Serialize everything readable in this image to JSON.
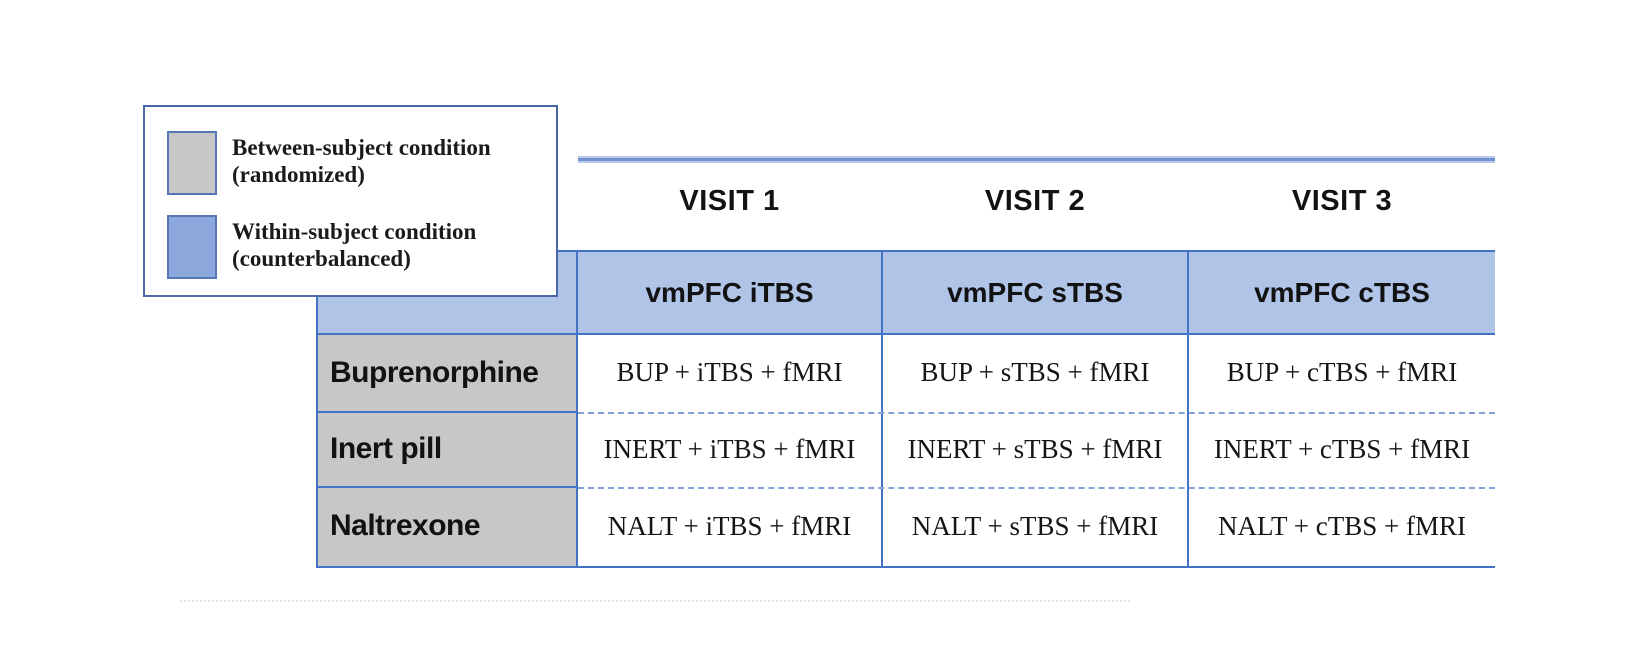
{
  "legend": {
    "items": [
      {
        "swatch": "gray-swatch",
        "color": "#c7c7c5",
        "line1": "Between-subject condition",
        "line2": "(randomized)"
      },
      {
        "swatch": "blue-swatch",
        "color": "#8ba7dc",
        "line1": "Within-subject condition",
        "line2": "(counterbalanced)"
      }
    ]
  },
  "visits": [
    "VISIT 1",
    "VISIT 2",
    "VISIT 3"
  ],
  "table": {
    "columns": [
      "vmPFC iTBS",
      "vmPFC sTBS",
      "vmPFC cTBS"
    ],
    "rows": [
      {
        "label": "Buprenorphine",
        "cells": [
          "BUP + iTBS + fMRI",
          "BUP + sTBS + fMRI",
          "BUP + cTBS + fMRI"
        ]
      },
      {
        "label": "Inert pill",
        "cells": [
          "INERT + iTBS + fMRI",
          "INERT + sTBS + fMRI",
          "INERT + cTBS + fMRI"
        ]
      },
      {
        "label": "Naltrexone",
        "cells": [
          "NALT + iTBS + fMRI",
          "NALT + sTBS + fMRI",
          "NALT + cTBS + fMRI"
        ]
      }
    ]
  },
  "colors": {
    "table_border": "#4472c4",
    "header_fill": "#b0c4e8",
    "label_fill": "#c7c7c5",
    "dashed_separator": "#83a0d8",
    "legend_border": "#4a67a8",
    "double_rule": "#7292d2"
  }
}
